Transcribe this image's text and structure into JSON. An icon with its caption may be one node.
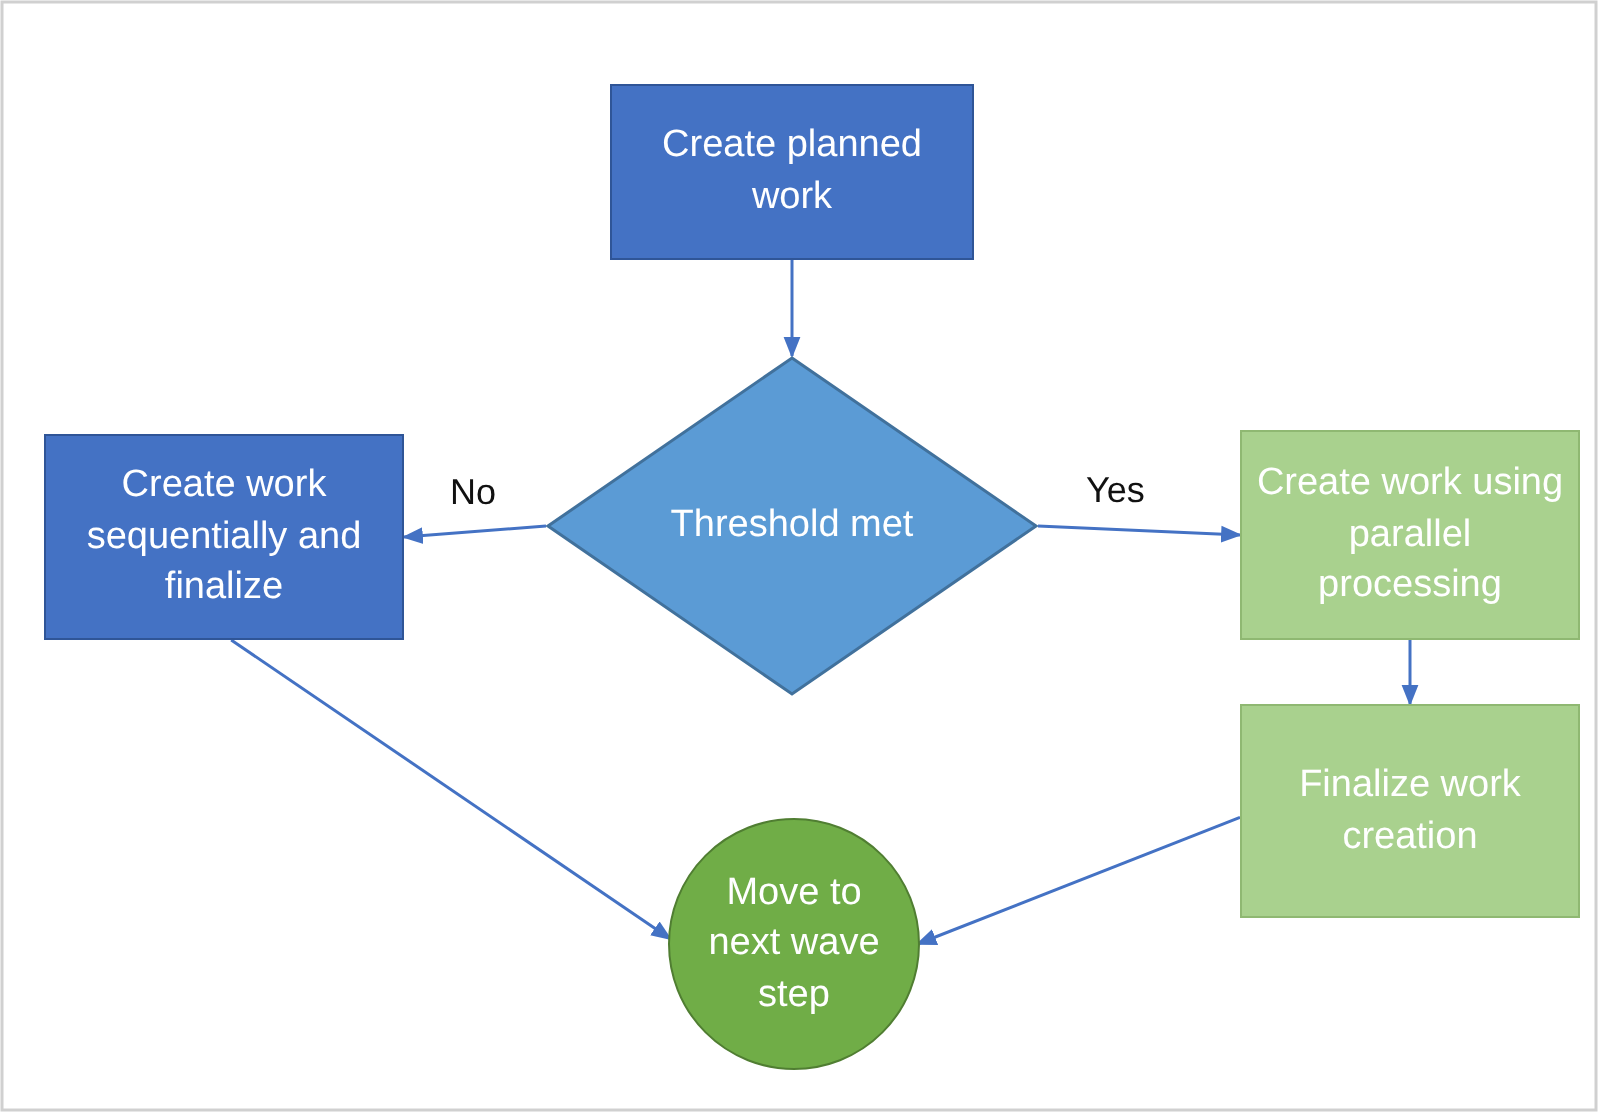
{
  "diagram": {
    "nodes": [
      {
        "text": [
          "Create planned work"
        ]
      },
      {
        "text": [
          "Threshold met"
        ]
      },
      {
        "text": [
          "Create work sequentially and finalize"
        ]
      },
      {
        "text": [
          "Create work using parallel processing"
        ]
      },
      {
        "text": [
          "Finalize work creation"
        ]
      },
      {
        "text": [
          "Move to next wave step"
        ]
      }
    ],
    "edges": [
      {
        "from": 0,
        "to": 1,
        "arrow": "to"
      },
      {
        "from": 1,
        "to": 2,
        "arrow": "to",
        "label": "No"
      },
      {
        "from": 1,
        "to": 3,
        "arrow": "to",
        "label": "Yes"
      },
      {
        "from": 3,
        "to": 4,
        "arrow": "to"
      },
      {
        "from": 2,
        "to": 5,
        "arrow": "to"
      },
      {
        "from": 4,
        "to": 5,
        "arrow": "to"
      }
    ]
  }
}
